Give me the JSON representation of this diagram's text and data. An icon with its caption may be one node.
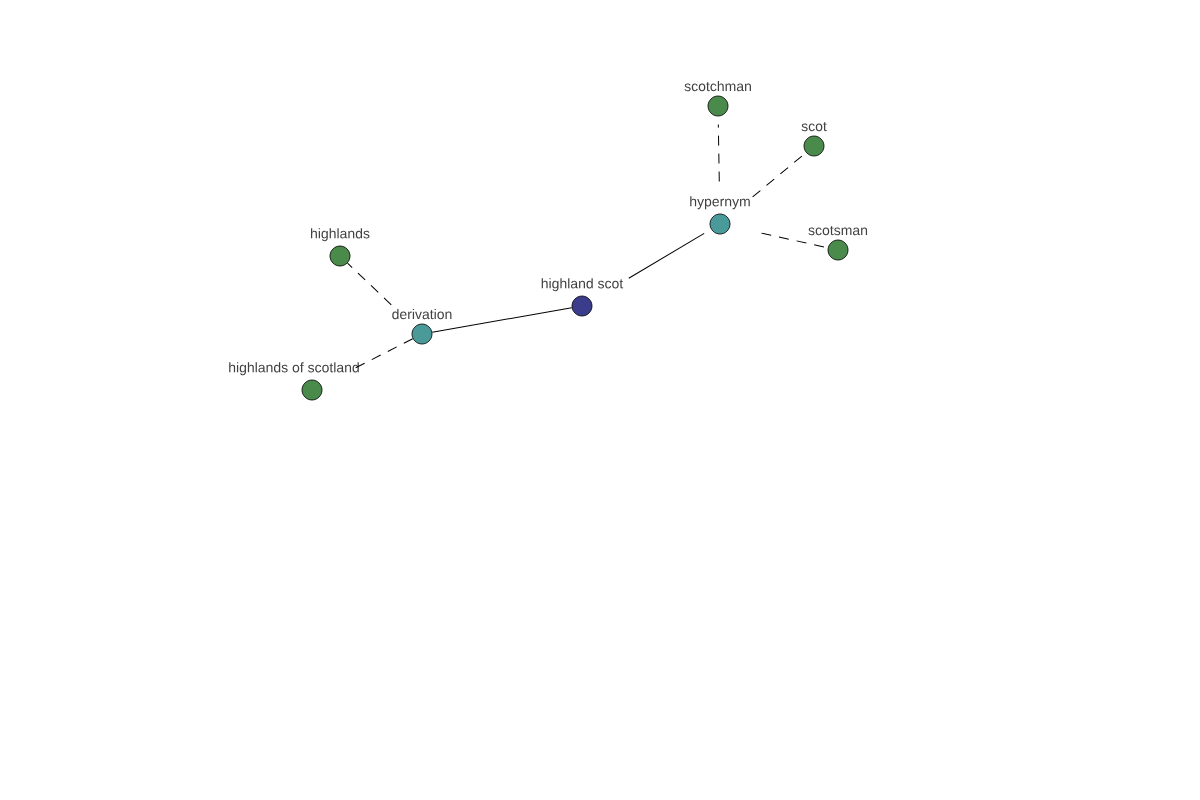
{
  "diagram": {
    "nodes": [
      {
        "text": [
          "highland scot"
        ]
      },
      {
        "text": [
          "derivation"
        ]
      },
      {
        "text": [
          "hypernym"
        ]
      },
      {
        "text": [
          "highlands"
        ]
      },
      {
        "text": [
          "highlands of scotland"
        ]
      },
      {
        "text": [
          "scotchman"
        ]
      },
      {
        "text": [
          "scot"
        ]
      },
      {
        "text": [
          "scotsman"
        ]
      }
    ],
    "edges": [
      {
        "from": 0,
        "to": 1,
        "arrow": "none"
      },
      {
        "from": 0,
        "to": 2,
        "arrow": "none"
      },
      {
        "from": 1,
        "to": 3,
        "arrow": "none",
        "style": "dashed"
      },
      {
        "from": 1,
        "to": 4,
        "arrow": "none",
        "style": "dashed"
      },
      {
        "from": 2,
        "to": 5,
        "arrow": "none",
        "style": "dashed"
      },
      {
        "from": 2,
        "to": 6,
        "arrow": "none",
        "style": "dashed"
      },
      {
        "from": 2,
        "to": 7,
        "arrow": "none",
        "style": "dashed"
      }
    ]
  }
}
